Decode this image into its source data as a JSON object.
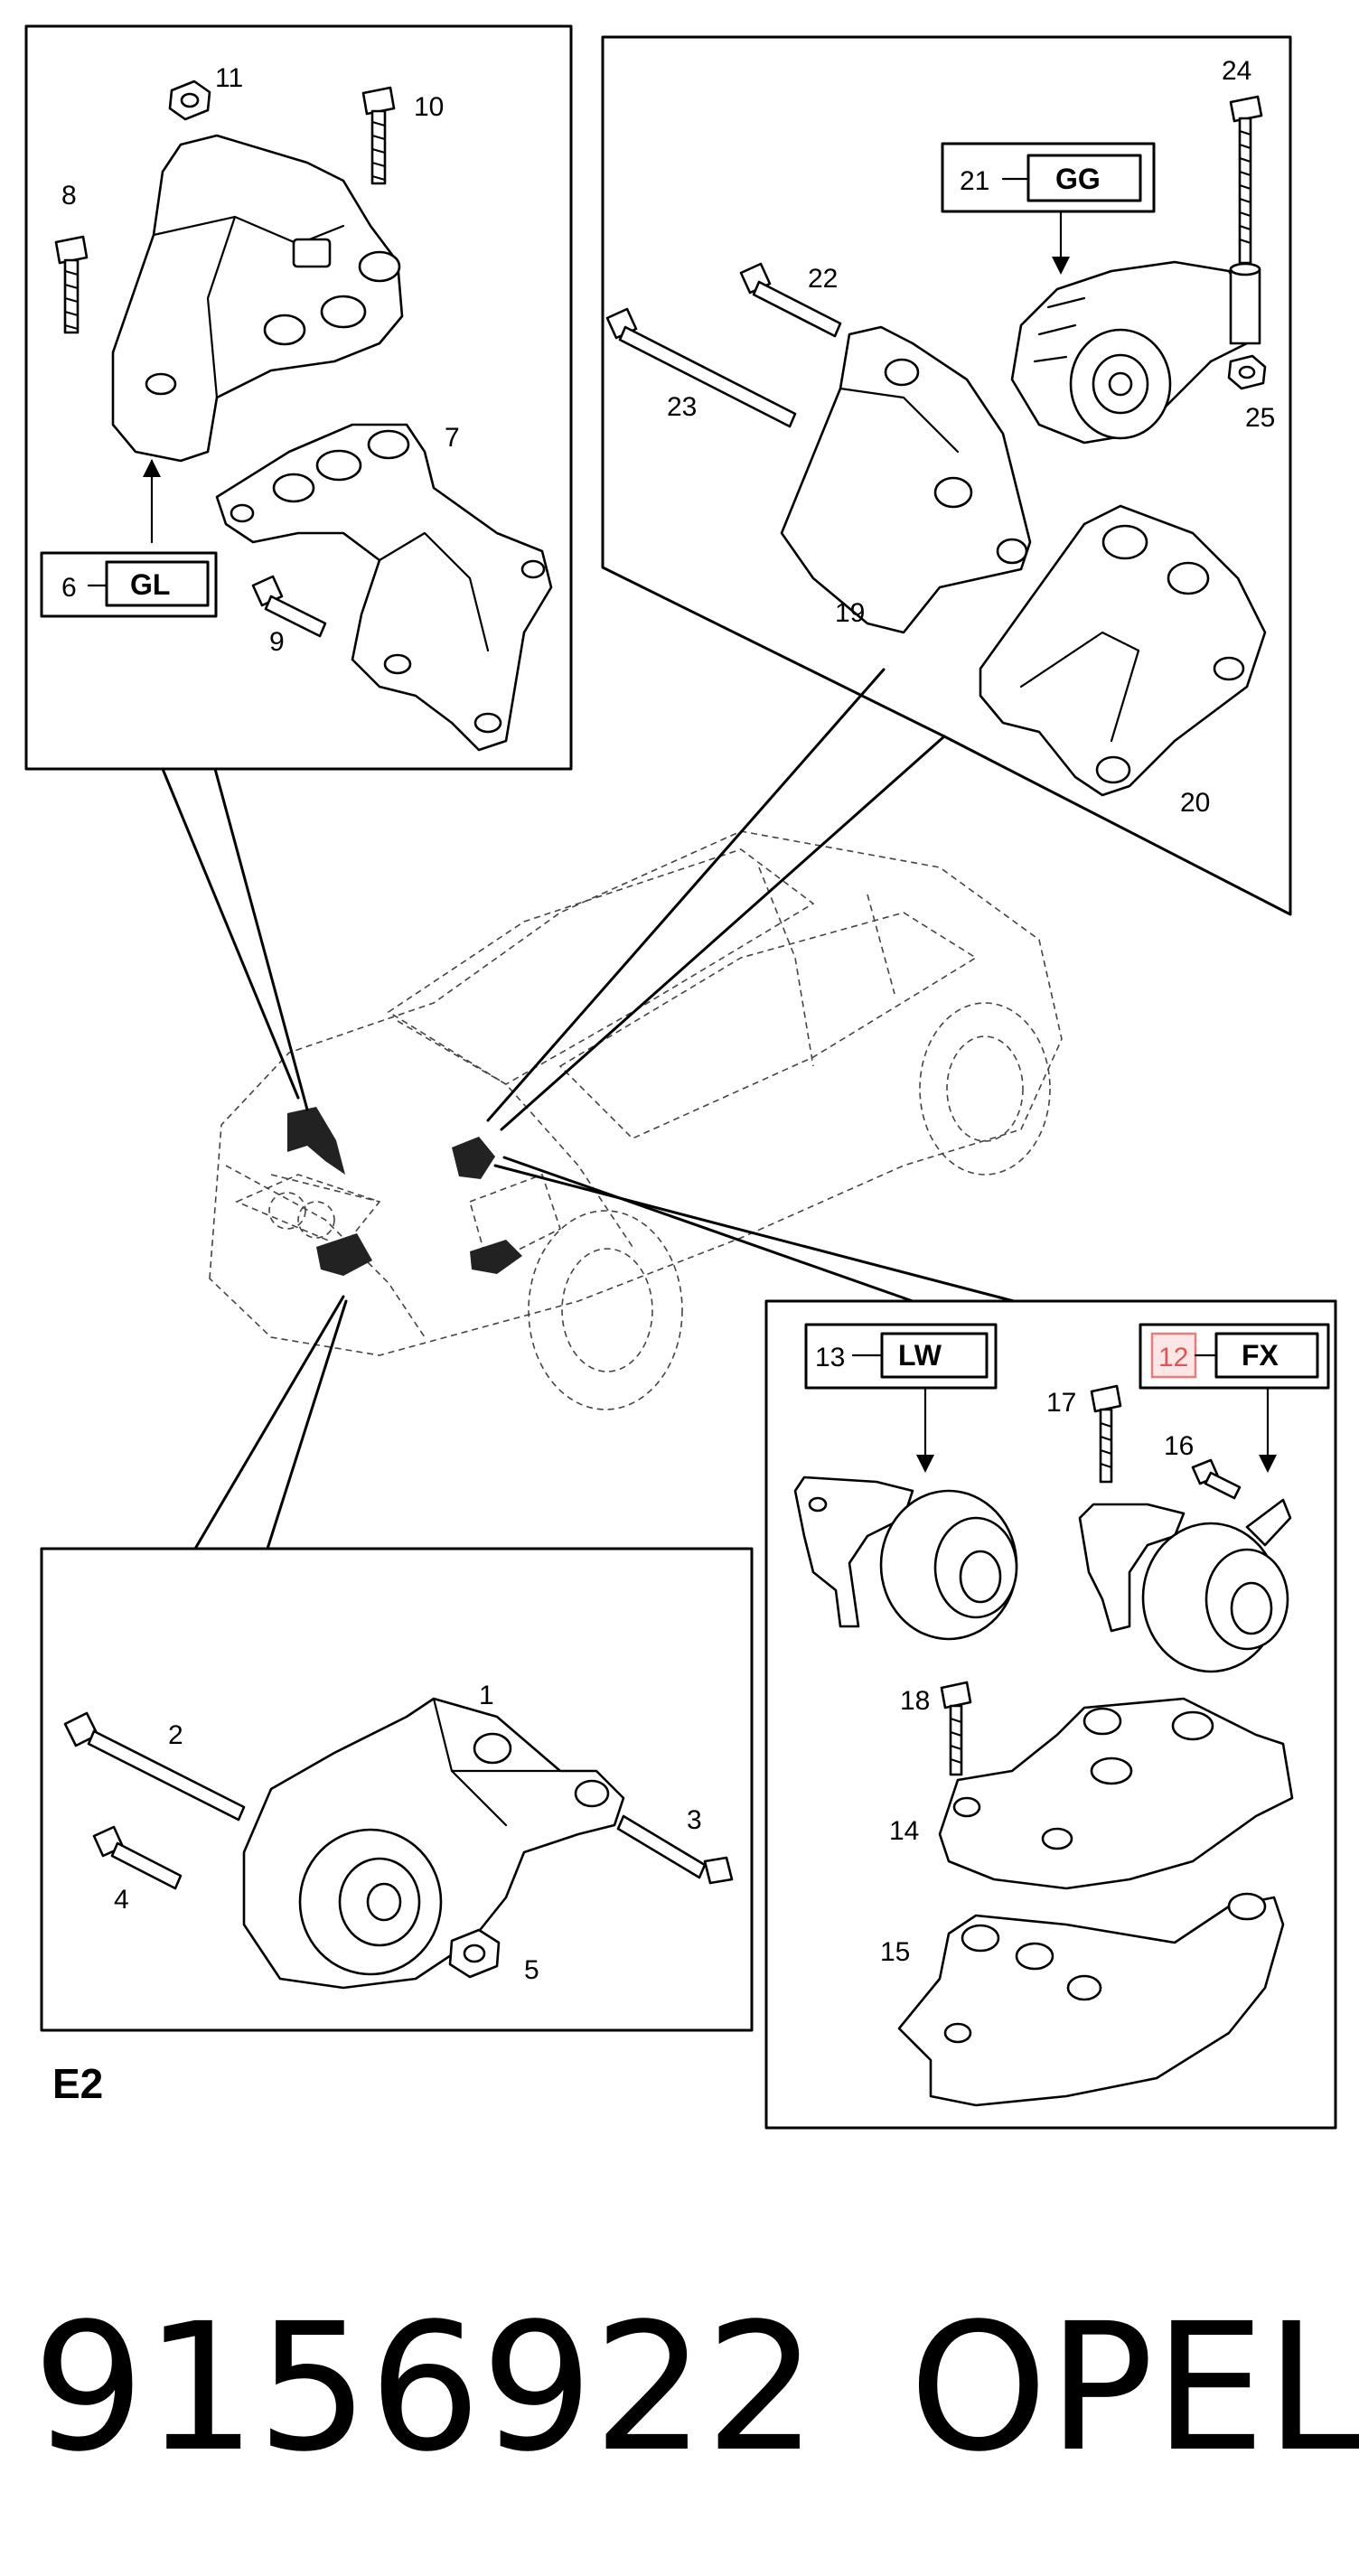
{
  "section_label": "E2",
  "footer": {
    "part_number": "9156922",
    "brand": "OPEL"
  },
  "colors": {
    "highlight_box": "#ea7b7b",
    "highlight_fill": "#fde6e6",
    "line": "#000000"
  },
  "callouts": {
    "c1": "1",
    "c2": "2",
    "c3": "3",
    "c4": "4",
    "c5": "5",
    "c6": "6",
    "c7": "7",
    "c8": "8",
    "c9": "9",
    "c10": "10",
    "c11": "11",
    "c12": "12",
    "c13": "13",
    "c14": "14",
    "c15": "15",
    "c16": "16",
    "c17": "17",
    "c18": "18",
    "c19": "19",
    "c20": "20",
    "c21": "21",
    "c22": "22",
    "c23": "23",
    "c24": "24",
    "c25": "25"
  },
  "codes": {
    "gl": "GL",
    "gg": "GG",
    "lw": "LW",
    "fx": "FX"
  },
  "highlighted_callout": "12"
}
